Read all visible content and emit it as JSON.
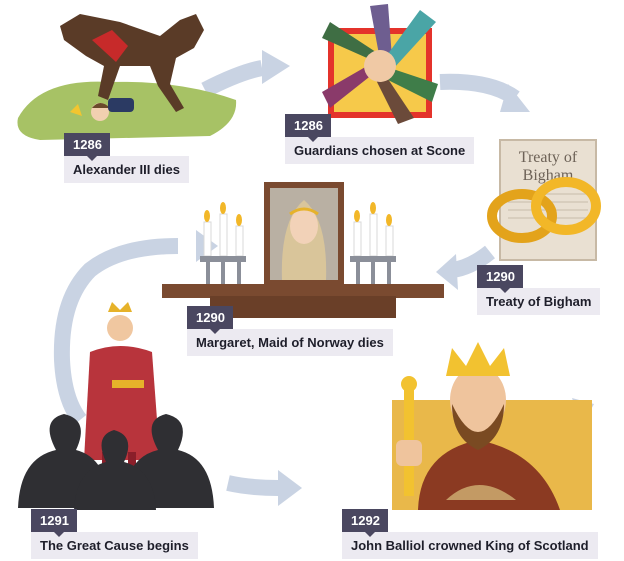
{
  "events": [
    {
      "year": "1286",
      "caption": "Alexander III dies",
      "icon": "horse-fall-icon"
    },
    {
      "year": "1286",
      "caption": "Guardians chosen at Scone",
      "icon": "joined-hands-icon"
    },
    {
      "year": "1290",
      "caption": "Treaty of Bigham",
      "icon": "treaty-rings-icon"
    },
    {
      "year": "1290",
      "caption": "Margaret, Maid of Norway dies",
      "icon": "portrait-candles-icon"
    },
    {
      "year": "1291",
      "caption": "The Great Cause begins",
      "icon": "king-claimants-icon"
    },
    {
      "year": "1292",
      "caption": "John Balliol crowned King of Scotland",
      "icon": "crowned-king-icon"
    }
  ],
  "treaty_document": {
    "line1": "Treaty of",
    "line2": "Bigham"
  },
  "colors": {
    "arrow": "#c9d3e3",
    "year_box": "#4a4760",
    "caption_box": "#eceaf1"
  }
}
